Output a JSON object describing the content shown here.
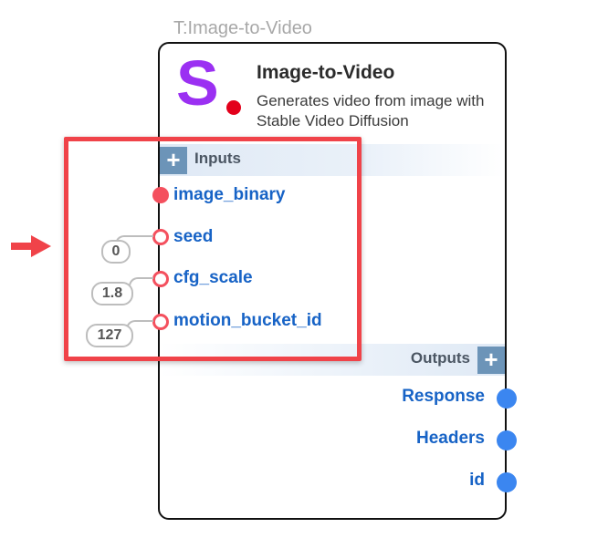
{
  "node_tag": "T:Image-to-Video",
  "node": {
    "logo": "S",
    "logo_color": "#9b30f2",
    "dot_color": "#e3001b",
    "title": "Image-to-Video",
    "description": "Generates video from image with Stable Video Diffusion"
  },
  "inputs": {
    "label": "Inputs",
    "add_label": "+",
    "ports": [
      {
        "name": "image_binary",
        "value": null,
        "connected": true
      },
      {
        "name": "seed",
        "value": "0",
        "connected": false
      },
      {
        "name": "cfg_scale",
        "value": "1.8",
        "connected": false
      },
      {
        "name": "motion_bucket_id",
        "value": "127",
        "connected": false
      }
    ]
  },
  "outputs": {
    "label": "Outputs",
    "add_label": "+",
    "ports": [
      {
        "name": "Response"
      },
      {
        "name": "Headers"
      },
      {
        "name": "id"
      }
    ]
  },
  "colors": {
    "input_port": "#f4505e",
    "output_port": "#3b86f0",
    "port_label": "#1763c6",
    "highlight": "#f04349"
  }
}
